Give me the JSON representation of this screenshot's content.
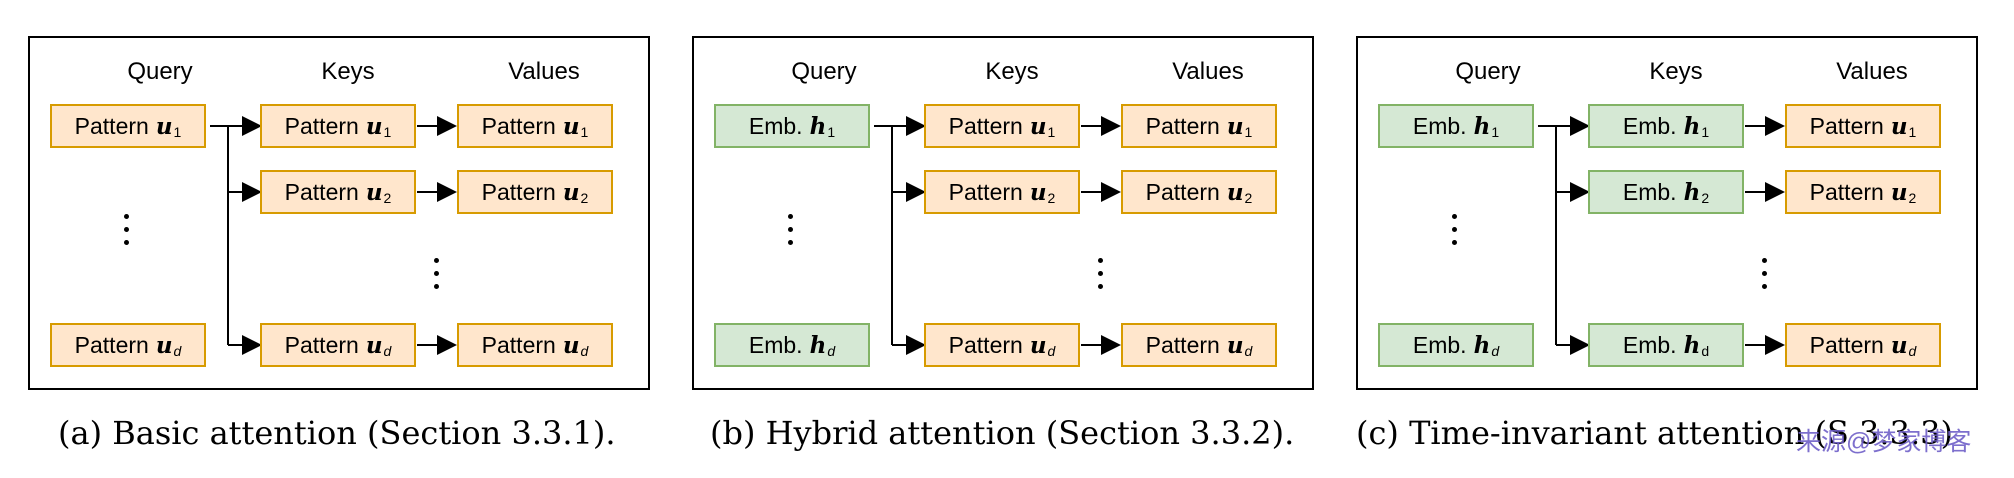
{
  "headers": {
    "query": "Query",
    "keys": "Keys",
    "values": "Values"
  },
  "labels": {
    "pattern": "Pattern",
    "emb": "Emb."
  },
  "symbols": {
    "u": "u",
    "h": "h"
  },
  "subscripts": {
    "one": "1",
    "two": "2",
    "d_italic": "d",
    "d_upright": "d"
  },
  "captions": {
    "a": "(a) Basic attention (Section 3.3.1).",
    "b": "(b) Hybrid attention (Section 3.3.2).",
    "c": "(c) Time-invariant attention (S  3.3.3)"
  },
  "watermark": "来源@梦家博客",
  "colors": {
    "pattern_fill": "#ffe6cc",
    "pattern_border": "#d79b00",
    "emb_fill": "#d5e8d4",
    "emb_border": "#82b366"
  }
}
